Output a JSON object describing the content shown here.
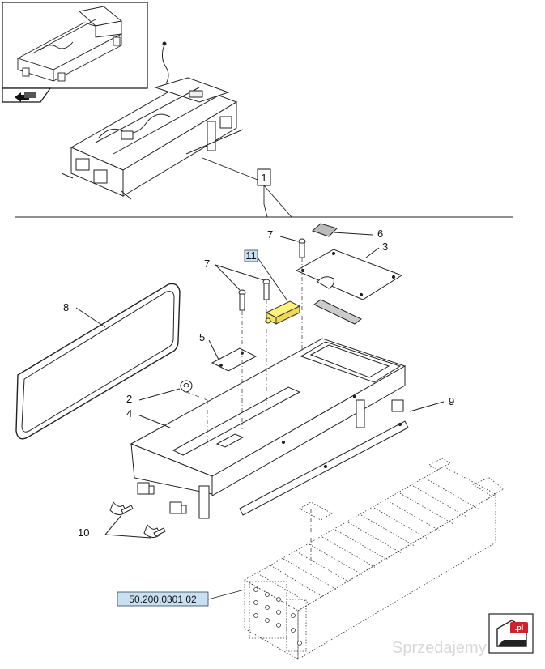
{
  "diagram": {
    "callouts": {
      "c1": "1",
      "c2": "2",
      "c3": "3",
      "c4": "4",
      "c5": "5",
      "c6": "6",
      "c7a": "7",
      "c7b": "7",
      "c8": "8",
      "c9": "9",
      "c10": "10",
      "c11": "11"
    },
    "reference_number": "50.200.0301 02",
    "highlight_color": "#fff27a",
    "reference_box_color": "#c9dff2"
  },
  "watermark": {
    "text": "Sprzedajemy",
    "badge": ".pl",
    "accent_color": "#d0202a"
  }
}
